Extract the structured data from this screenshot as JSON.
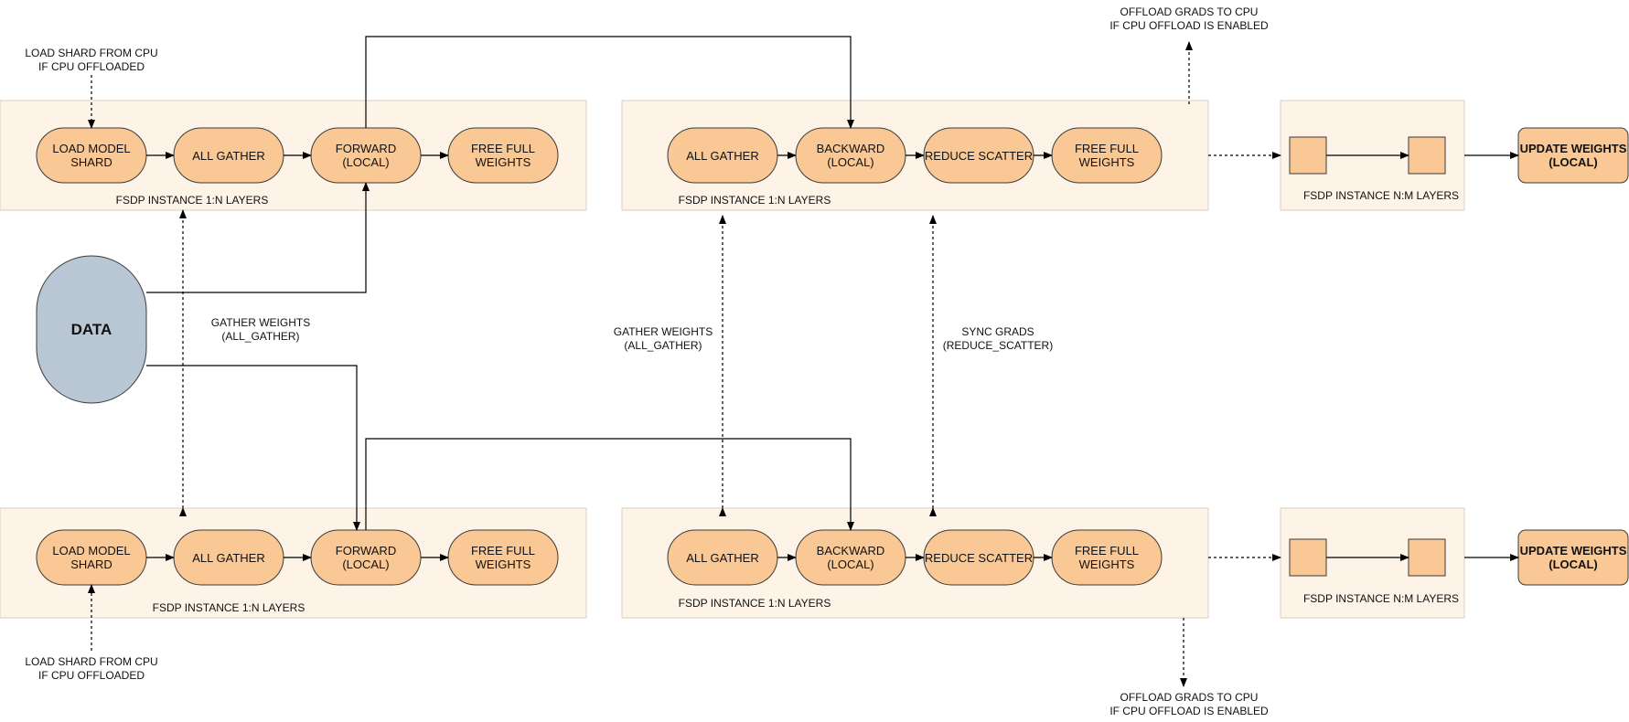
{
  "data_node": "DATA",
  "top": {
    "fwd": {
      "container_label": "FSDP INSTANCE 1:N LAYERS",
      "load_model": [
        "LOAD MODEL",
        "SHARD"
      ],
      "all_gather": "ALL GATHER",
      "forward": [
        "FORWARD",
        "(LOCAL)"
      ],
      "free_full": [
        "FREE FULL",
        "WEIGHTS"
      ],
      "load_note": [
        "LOAD SHARD FROM CPU",
        "IF CPU OFFLOADED"
      ]
    },
    "bwd": {
      "container_label": "FSDP INSTANCE 1:N LAYERS",
      "all_gather": "ALL GATHER",
      "backward": [
        "BACKWARD",
        "(LOCAL)"
      ],
      "reduce_scatter": "REDUCE SCATTER",
      "free_full": [
        "FREE FULL",
        "WEIGHTS"
      ],
      "offload_note": [
        "OFFLOAD GRADS TO CPU",
        "IF CPU OFFLOAD IS ENABLED"
      ]
    },
    "nm": {
      "container_label": "FSDP INSTANCE N:M LAYERS"
    },
    "update": [
      "UPDATE WEIGHTS",
      "(LOCAL)"
    ]
  },
  "bottom": {
    "fwd": {
      "container_label": "FSDP INSTANCE 1:N LAYERS",
      "load_model": [
        "LOAD MODEL",
        "SHARD"
      ],
      "all_gather": "ALL GATHER",
      "forward": [
        "FORWARD",
        "(LOCAL)"
      ],
      "free_full": [
        "FREE FULL",
        "WEIGHTS"
      ],
      "load_note": [
        "LOAD SHARD FROM CPU",
        "IF CPU OFFLOADED"
      ]
    },
    "bwd": {
      "container_label": "FSDP INSTANCE 1:N LAYERS",
      "all_gather": "ALL GATHER",
      "backward": [
        "BACKWARD",
        "(LOCAL)"
      ],
      "reduce_scatter": "REDUCE SCATTER",
      "free_full": [
        "FREE FULL",
        "WEIGHTS"
      ],
      "offload_note": [
        "OFFLOAD GRADS TO CPU",
        "IF CPU OFFLOAD IS ENABLED"
      ]
    },
    "nm": {
      "container_label": "FSDP INSTANCE N:M LAYERS"
    },
    "update": [
      "UPDATE WEIGHTS",
      "(LOCAL)"
    ]
  },
  "edges": {
    "gather_weights_fwd": [
      "GATHER WEIGHTS",
      "(ALL_GATHER)"
    ],
    "gather_weights_bwd": [
      "GATHER WEIGHTS",
      "(ALL_GATHER)"
    ],
    "sync_grads": [
      "SYNC GRADS",
      "(REDUCE_SCATTER)"
    ]
  },
  "colors": {
    "node_fill": "#f9c894",
    "container_fill": "#fdf3e7",
    "data_fill": "#b9c7d4",
    "stroke": "#3a3a3a"
  }
}
